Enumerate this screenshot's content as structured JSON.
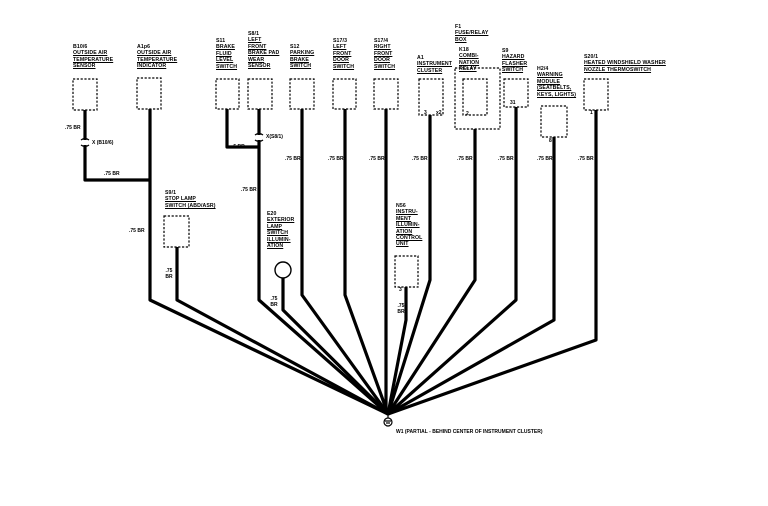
{
  "components": [
    {
      "id": "b10_6",
      "code": "B10/6",
      "name": [
        "OUTSIDE AIR",
        "TEMPERATURE",
        "SENSOR"
      ],
      "wire": ".75 BR"
    },
    {
      "id": "a1p6",
      "code": "A1p6",
      "name": [
        "OUTSIDE AIR",
        "TEMPERATURE",
        "INDICATOR"
      ],
      "wire": ".75 BR"
    },
    {
      "id": "s11",
      "code": "S11",
      "name": [
        "BRAKE",
        "FLUID",
        "LEVEL",
        "SWITCH"
      ],
      "wire": ".5 BR"
    },
    {
      "id": "s8_1",
      "code": "S8/1",
      "name": [
        "LEFT",
        "FRONT",
        "BRAKE PAD",
        "WEAR",
        "SENSOR"
      ],
      "wire": ".75 BR"
    },
    {
      "id": "s12",
      "code": "S12",
      "name": [
        "PARKING",
        "BRAKE",
        "SWITCH"
      ],
      "wire": ".75 BR"
    },
    {
      "id": "s17_3",
      "code": "S17/3",
      "name": [
        "LEFT",
        "FRONT",
        "DOOR",
        "SWITCH"
      ],
      "wire": ".75 BR"
    },
    {
      "id": "s17_4",
      "code": "S17/4",
      "name": [
        "RIGHT",
        "FRONT",
        "DOOR",
        "SWITCH"
      ],
      "wire": ".75 BR"
    },
    {
      "id": "a1",
      "code": "A1",
      "name": [
        "INSTRUMENT",
        "CLUSTER"
      ],
      "wire": ".75 BR",
      "pins": [
        "3",
        "x2"
      ]
    },
    {
      "id": "f1",
      "code": "F1",
      "name": [
        "FUSE/RELAY",
        "BOX"
      ],
      "sub_code": "K18",
      "sub_name": [
        "COMBI-",
        "NATION",
        "RELAY"
      ],
      "wire": ".75 BR",
      "pins": [
        "2"
      ]
    },
    {
      "id": "s9",
      "code": "S9",
      "name": [
        "HAZARD",
        "FLASHER",
        "SWITCH"
      ],
      "wire": ".75 BR",
      "pins": [
        "31"
      ]
    },
    {
      "id": "h2_4",
      "code": "H2/4",
      "name": [
        "WARNING",
        "MODULE",
        "(SEATBELTS,",
        "KEYS, LIGHTS)"
      ],
      "wire": ".75 BR",
      "pins": [
        "8"
      ]
    },
    {
      "id": "s20_1",
      "code": "S20/1",
      "name": [
        "HEATED WINDSHIELD WASHER",
        "NOZZLE THERMOSWITCH"
      ],
      "wire": ".75 BR",
      "pins": [
        "1"
      ]
    },
    {
      "id": "s9_1",
      "code": "S9/1",
      "name": [
        "STOP LAMP",
        "SWITCH (ABD/ASR)"
      ],
      "wire": ".75 BR"
    },
    {
      "id": "e20",
      "code": "E20",
      "name": [
        "EXTERIOR",
        "LAMP",
        "SWITCH",
        "ILLUMIN-",
        "ATION"
      ],
      "wire": ".75 BR"
    },
    {
      "id": "n56",
      "code": "N56",
      "name": [
        "INSTRU-",
        "MENT",
        "ILLUMIN-",
        "ATION",
        "CONTROL",
        "UNIT"
      ],
      "wire": ".75 BR",
      "pins": [
        "3"
      ]
    }
  ],
  "connectors": [
    {
      "id": "x_b10_6",
      "label": "X (B10/6)"
    },
    {
      "id": "x_s8_1",
      "label": "X(S8/1)"
    }
  ],
  "extra_wires": [
    {
      "id": "w_b10_low",
      "label": ".75 BR"
    },
    {
      "id": "w_a1p6_main",
      "label": ".75 BR"
    },
    {
      "id": "w_s8_main",
      "label": ".75 BR"
    }
  ],
  "ground": {
    "code": "W1",
    "desc": "(PARTIAL - BEHIND CENTER OF INSTRUMENT CLUSTER)"
  }
}
